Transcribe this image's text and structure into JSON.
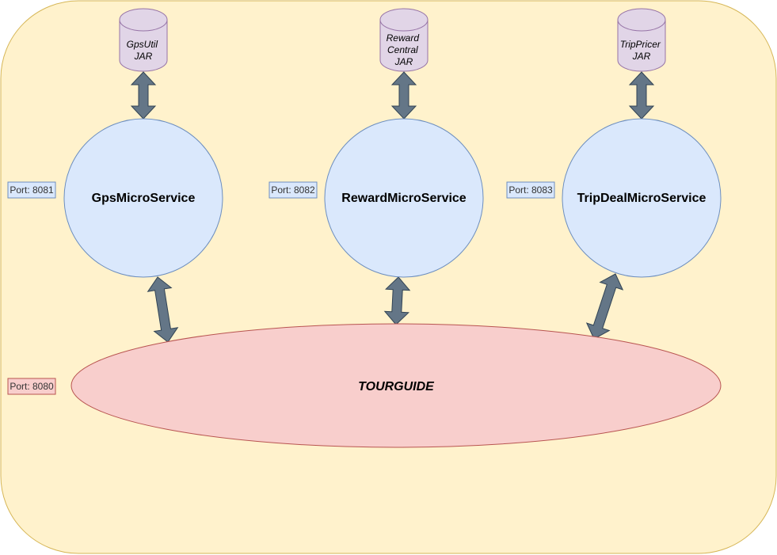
{
  "colors": {
    "container_fill": "#fff2cc",
    "container_stroke": "#d6b656",
    "jar_fill": "#e1d5e7",
    "jar_stroke": "#9673a6",
    "service_fill": "#dae8fc",
    "service_stroke": "#6c8ebf",
    "main_fill": "#f8cecc",
    "main_stroke": "#b85450",
    "arrow_fill": "#647687",
    "arrow_stroke": "#314354"
  },
  "jars": [
    {
      "lines": [
        "GpsUtil",
        "JAR"
      ],
      "icon": "database-cylinder"
    },
    {
      "lines": [
        "Reward",
        "Central",
        "JAR"
      ],
      "icon": "database-cylinder"
    },
    {
      "lines": [
        "TripPricer",
        "JAR"
      ],
      "icon": "database-cylinder"
    }
  ],
  "services": [
    {
      "name": "GpsMicroService",
      "port": "Port: 8081"
    },
    {
      "name": "RewardMicroService",
      "port": "Port: 8082"
    },
    {
      "name": "TripDealMicroService",
      "port": "Port: 8083"
    }
  ],
  "main": {
    "name": "TOURGUIDE",
    "port": "Port: 8080"
  },
  "arrows": {
    "icon": "double-headed-arrow",
    "links": [
      {
        "from": "GpsUtil JAR",
        "to": "GpsMicroService"
      },
      {
        "from": "Reward Central JAR",
        "to": "RewardMicroService"
      },
      {
        "from": "TripPricer JAR",
        "to": "TripDealMicroService"
      },
      {
        "from": "GpsMicroService",
        "to": "TOURGUIDE"
      },
      {
        "from": "RewardMicroService",
        "to": "TOURGUIDE"
      },
      {
        "from": "TripDealMicroService",
        "to": "TOURGUIDE"
      }
    ]
  }
}
